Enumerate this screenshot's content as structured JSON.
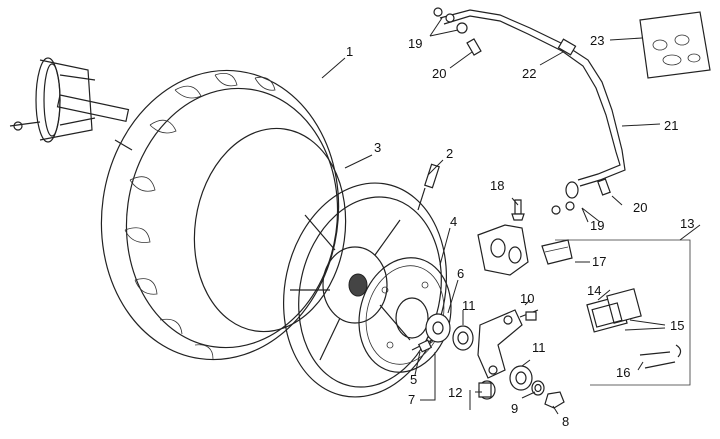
{
  "callouts": {
    "c1": "1",
    "c2": "2",
    "c3": "3",
    "c4": "4",
    "c5": "5",
    "c6": "6",
    "c7": "7",
    "c8": "8",
    "c9": "9",
    "c10": "10",
    "c11a": "11",
    "c11b": "11",
    "c12": "12",
    "c13": "13",
    "c14": "14",
    "c15": "15",
    "c16": "16",
    "c17": "17",
    "c18": "18",
    "c19a": "19",
    "c19b": "19",
    "c20a": "20",
    "c20b": "20",
    "c21": "21",
    "c22": "22",
    "c23": "23"
  }
}
